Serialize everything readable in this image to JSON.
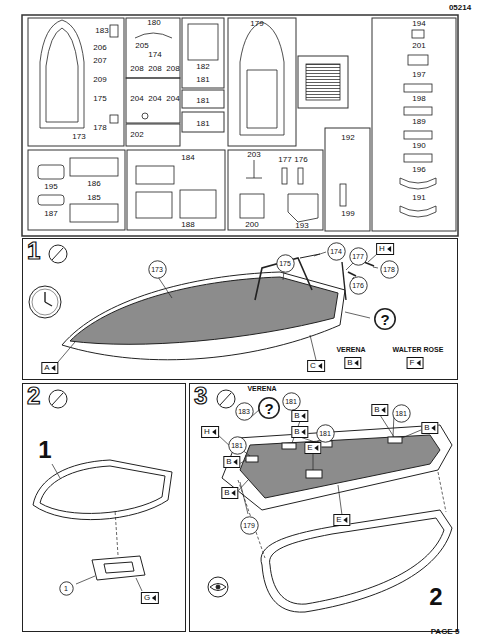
{
  "diagram": {
    "nodes": [
      {
        "text": [
          "1"
        ]
      },
      {
        "text": [
          "173"
        ],
        "in": 0
      },
      {
        "text": [
          "175"
        ],
        "in": 0
      },
      {
        "text": [
          "174"
        ],
        "in": 0
      },
      {
        "text": [
          "177"
        ],
        "in": 0
      },
      {
        "text": [
          "178"
        ],
        "in": 0
      },
      {
        "text": [
          "176"
        ],
        "in": 0
      },
      {
        "text": [
          "?"
        ],
        "in": 0
      },
      {
        "text": [
          "2"
        ]
      },
      {
        "text": [
          "1"
        ],
        "in": 8
      },
      {
        "text": [
          "3"
        ]
      },
      {
        "text": [
          "183"
        ],
        "in": 10
      },
      {
        "text": [
          "?"
        ],
        "in": 10
      },
      {
        "text": [
          "181"
        ],
        "in": 10
      },
      {
        "text": [
          "181"
        ],
        "in": 10
      },
      {
        "text": [
          "181"
        ],
        "in": 10
      },
      {
        "text": [
          "181"
        ],
        "in": 10
      },
      {
        "text": [
          "179"
        ],
        "in": 10
      }
    ],
    "labels": [
      "05214",
      "183",
      "180",
      "205",
      "174",
      "206",
      "207",
      "208",
      "208",
      "208",
      "182",
      "181",
      "209",
      "175",
      "204",
      "204",
      "204",
      "181",
      "181",
      "173",
      "178",
      "202",
      "179",
      "194",
      "201",
      "197",
      "198",
      "189",
      "190",
      "196",
      "191",
      "195",
      "186",
      "184",
      "187",
      "185",
      "188",
      "203",
      "177",
      "176",
      "192",
      "199",
      "193",
      "200",
      "H",
      "A",
      "C",
      "VERENA",
      "WALTER ROSE",
      "B",
      "F",
      "1",
      "G",
      "VERENA",
      "H",
      "B",
      "B",
      "B",
      "B",
      "B",
      "B",
      "E",
      "E",
      "2",
      "PAGE 5"
    ]
  }
}
